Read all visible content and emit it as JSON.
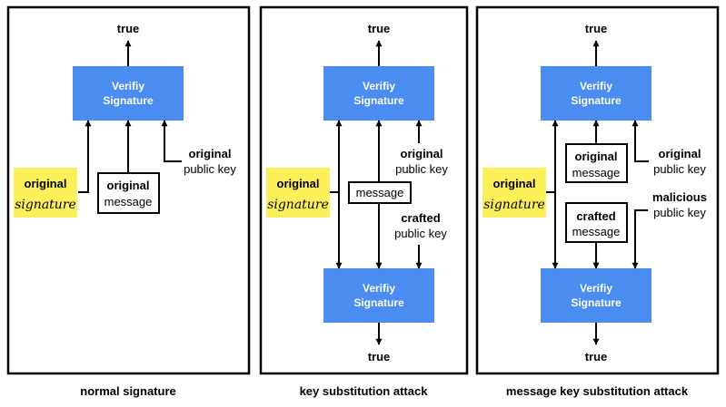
{
  "panels": {
    "normal": {
      "caption": "normal signature",
      "verify_line1": "Verifiy",
      "verify_line2": "Signature",
      "result": "true",
      "sig_line1": "original",
      "sig_line2": "signature",
      "msg_line1": "original",
      "msg_line2": "message",
      "key_line1": "original",
      "key_line2": "public key"
    },
    "key_sub": {
      "caption": "key substitution attack",
      "verify_top_line1": "Verifiy",
      "verify_top_line2": "Signature",
      "verify_bottom_line1": "Verifiy",
      "verify_bottom_line2": "Signature",
      "result_top": "true",
      "result_bottom": "true",
      "sig_line1": "original",
      "sig_line2": "signature",
      "msg": "message",
      "orig_key_line1": "original",
      "orig_key_line2": "public key",
      "crafted_key_line1": "crafted",
      "crafted_key_line2": "public key"
    },
    "msg_key_sub": {
      "caption": "message key substitution attack",
      "verify_top_line1": "Verifiy",
      "verify_top_line2": "Signature",
      "verify_bottom_line1": "Verifiy",
      "verify_bottom_line2": "Signature",
      "result_top": "true",
      "result_bottom": "true",
      "sig_line1": "original",
      "sig_line2": "signature",
      "orig_msg_line1": "original",
      "orig_msg_line2": "message",
      "crafted_msg_line1": "crafted",
      "crafted_msg_line2": "message",
      "orig_key_line1": "original",
      "orig_key_line2": "public key",
      "mal_key_line1": "malicious",
      "mal_key_line2": "public key"
    }
  },
  "colors": {
    "verify_box": "#4a8cf0",
    "signature_highlight": "#fbf05a",
    "stroke": "#000000"
  }
}
